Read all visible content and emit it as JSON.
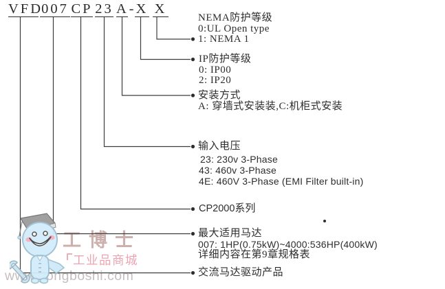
{
  "diagram": {
    "model_code": {
      "segments": [
        "VFD",
        "007",
        "CP",
        "23",
        "A",
        "X",
        "X"
      ],
      "separator": "-"
    },
    "sections": {
      "nema": {
        "title": "NEMA防护等级",
        "opt1": "0:UL Open type",
        "opt2": "1: NEMA 1"
      },
      "ip": {
        "title": "IP防护等级",
        "opt1": "0: IP00",
        "opt2": "2: IP20"
      },
      "mounting": {
        "title": "安装方式",
        "opt1": "A: 穿墙式安装装,C:机柜式安装"
      },
      "voltage": {
        "title": "输入电压",
        "opt1": "23: 230v 3-Phase",
        "opt2": "43: 460v 3-Phase",
        "opt3": "4E: 460V 3-Phase (EMI Filter built-in)"
      },
      "series": {
        "model": "CP2000",
        "suffix": "系列"
      },
      "motor": {
        "title": "最大适用马达",
        "range": "007: 1HP(0.75kW)~4000:536HP(400kW)",
        "note": "详细内容在第9章规格表"
      },
      "product": {
        "title": "交流马达驱动产品"
      }
    }
  },
  "watermark": {
    "brand": "工博士",
    "tagline": "工业品商城",
    "url": "www.gongboshi.com"
  },
  "colors": {
    "line": "#3c3c3c",
    "text": "#2d2d2d",
    "watermark_pink": "#ec9fad",
    "watermark_brand": "#c9a9a7",
    "watermark_blue": "#d3ecfa",
    "watermark_gray": "#c3baba"
  }
}
